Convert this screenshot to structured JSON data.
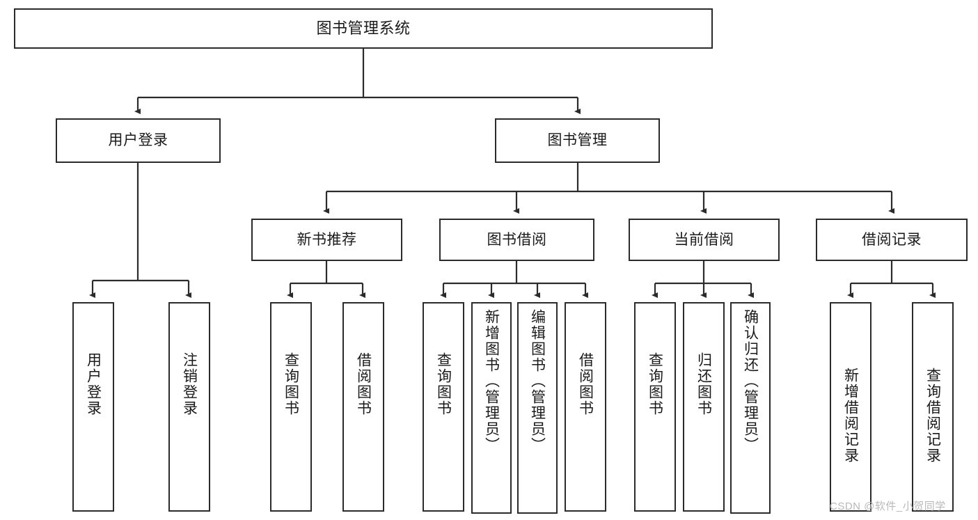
{
  "diagram": {
    "title": "图书管理系统",
    "type": "hierarchy-tree",
    "orientation": "top-down",
    "box_fill": "#ffffff",
    "box_stroke": "#2b2b2b",
    "connector_color": "#2b2b2b"
  },
  "nodes": {
    "root": {
      "label": "图书管理系统"
    },
    "level2": [
      {
        "label": "用户登录"
      },
      {
        "label": "图书管理"
      }
    ],
    "level3": [
      {
        "label": "新书推荐"
      },
      {
        "label": "图书借阅"
      },
      {
        "label": "当前借阅"
      },
      {
        "label": "借阅记录"
      }
    ],
    "leaves": {
      "user_login": [
        {
          "label": "用户登录"
        },
        {
          "label": "注销登录"
        }
      ],
      "new_book_recommend": [
        {
          "label": "查询图书"
        },
        {
          "label": "借阅图书"
        }
      ],
      "book_borrow": [
        {
          "label": "查询图书"
        },
        {
          "label": "新增图书（管理员）"
        },
        {
          "label": "编辑图书（管理员）"
        },
        {
          "label": "借阅图书"
        }
      ],
      "current_borrow": [
        {
          "label": "查询图书"
        },
        {
          "label": "归还图书"
        },
        {
          "label": "确认归还（管理员）"
        }
      ],
      "borrow_record": [
        {
          "label": "新增借阅记录"
        },
        {
          "label": "查询借阅记录"
        }
      ]
    }
  },
  "watermark": {
    "text": "CSDN @软件_小贺同学",
    "color": "#b9b9b9"
  }
}
